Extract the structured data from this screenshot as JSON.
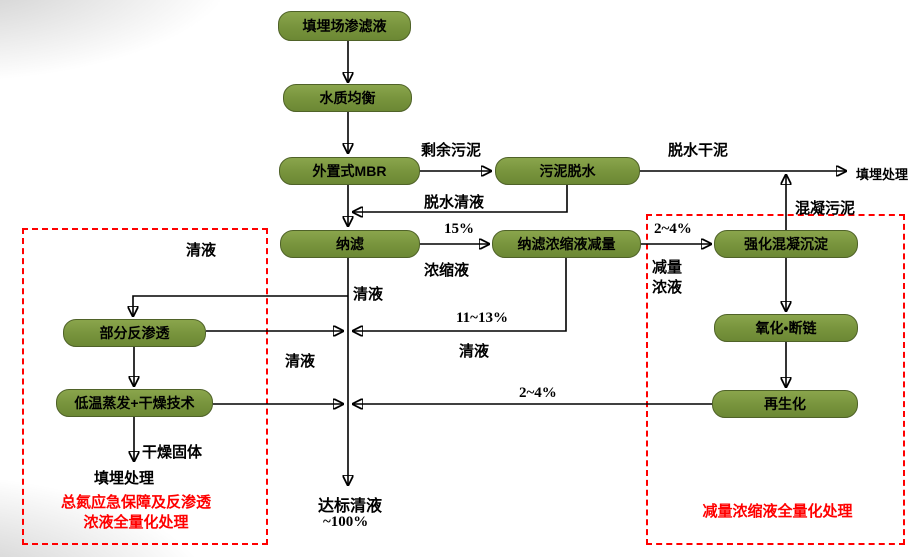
{
  "diagram": {
    "nodes": {
      "leachate": {
        "label": "填埋场渗滤液"
      },
      "equalization": {
        "label": "水质均衡"
      },
      "mbr": {
        "label": "外置式MBR"
      },
      "dewatering": {
        "label": "污泥脱水"
      },
      "nf": {
        "label": "纳滤"
      },
      "nf_reduction": {
        "label": "纳滤浓缩液减量"
      },
      "coagulation": {
        "label": "强化混凝沉淀"
      },
      "oxidation": {
        "label": "氧化•断链"
      },
      "regeneration": {
        "label": "再生化"
      },
      "partial_ro": {
        "label": "部分反渗透"
      },
      "evaporation": {
        "label": "低温蒸发+干燥技术"
      }
    },
    "edge_labels": {
      "excess_sludge": "剩余污泥",
      "dewatered_sludge": "脱水干泥",
      "landfill_right": "填埋处理",
      "dewatering_clear": "脱水清液",
      "pct15": "15%",
      "concentrate": "浓缩液",
      "pct24_top": "2~4%",
      "reduction_line1": "减量",
      "reduction_line2": "浓液",
      "coagulation_sludge": "混凝污泥",
      "clear_left_top": "清液",
      "clear_main": "清液",
      "pct11_13": "11~13%",
      "clear_mid_right": "清液",
      "clear_left_mid": "清液",
      "pct24_bottom": "2~4%",
      "dry_solid": "干燥固体",
      "landfill_left": "填埋处理",
      "effluent": "达标清液",
      "pct100": "~100%"
    },
    "captions": {
      "left_line1": "总氮应急保障及反渗透",
      "left_line2": "浓液全量化处理",
      "right": "减量浓缩液全量化处理"
    },
    "colors": {
      "node_fill": "#77933C",
      "node_border": "#4F6228",
      "dashed_border": "#FF0000",
      "caption_red": "#FF0000",
      "arrow": "#000000"
    }
  }
}
